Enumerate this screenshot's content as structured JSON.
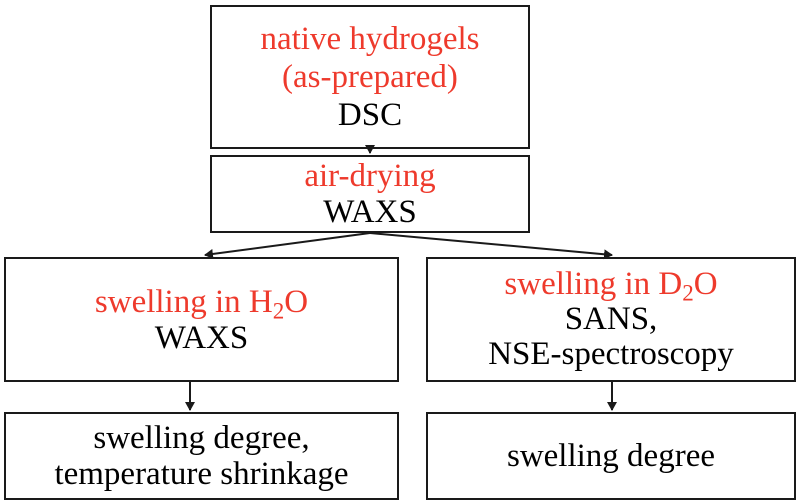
{
  "nodes": {
    "native": {
      "title_line1": "native hydrogels",
      "title_line2": "(as-prepared)",
      "method": "DSC"
    },
    "air_drying": {
      "title": "air-drying",
      "method": "WAXS"
    },
    "swelling_h2o": {
      "title_prefix": "swelling in H",
      "title_sub": "2",
      "title_suffix": "O",
      "method": "WAXS"
    },
    "swelling_d2o": {
      "title_prefix": "swelling in D",
      "title_sub": "2",
      "title_suffix": "O",
      "method_line1": "SANS,",
      "method_line2": "NSE-spectroscopy"
    },
    "h2o_outcome": {
      "line1": "swelling degree,",
      "line2": "temperature shrinkage"
    },
    "d2o_outcome": {
      "line1": "swelling degree"
    }
  },
  "colors": {
    "step_text": "#ee3a2c",
    "method_text": "#000000",
    "border": "#1a1a1a",
    "arrow": "#1a1a1a"
  }
}
